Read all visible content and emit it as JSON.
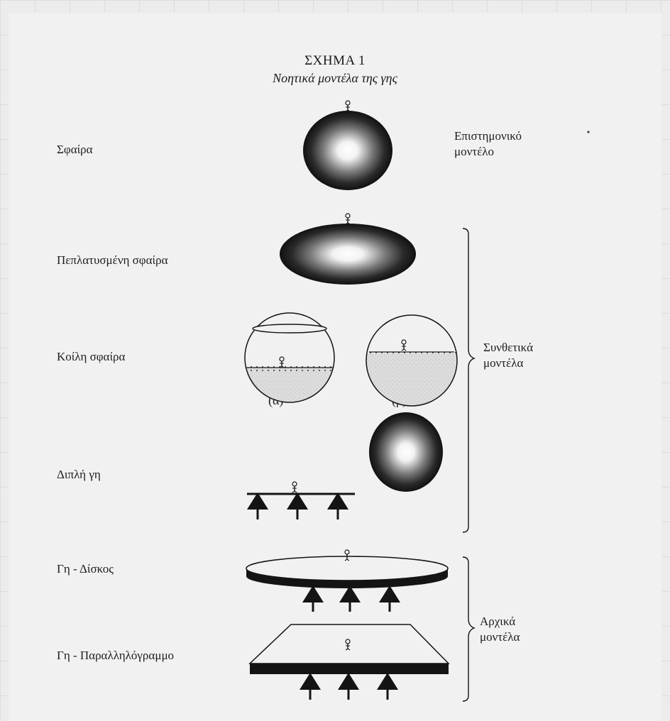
{
  "figure": {
    "title": "ΣΧΗΜΑ 1",
    "subtitle": "Νοητικά μοντέλα της γης"
  },
  "models": [
    {
      "id": "sphere",
      "label": "Σφαίρα"
    },
    {
      "id": "flattened-sphere",
      "label": "Πεπλατυσμένη σφαίρα"
    },
    {
      "id": "hollow-sphere",
      "label": "Κοίλη σφαίρα"
    },
    {
      "id": "dual-earth",
      "label": "Διπλή γη"
    },
    {
      "id": "disc-earth",
      "label": "Γη - Δίσκος"
    },
    {
      "id": "rectangle-earth",
      "label": "Γη - Παραλληλόγραμμο"
    }
  ],
  "hollow_sphere_variants": [
    "(α)",
    "(β)"
  ],
  "groups": {
    "scientific": {
      "line1": "Επιστημονικό",
      "line2": "μοντέλο"
    },
    "synthetic": {
      "line1": "Συνθετικά",
      "line2": "μοντέλα"
    },
    "initial": {
      "line1": "Αρχικά",
      "line2": "μοντέλα"
    }
  },
  "colors": {
    "ink": "#141414",
    "paper": "#f1f1f1",
    "glow": "#ffffff"
  }
}
